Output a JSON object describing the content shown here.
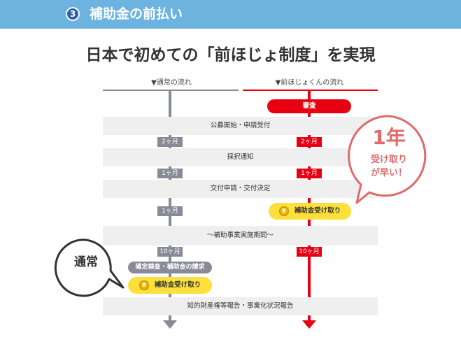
{
  "header": {
    "number": "3",
    "title": "補助金の前払い"
  },
  "main_title": "日本で初めての「前ほじょ制度」を実現",
  "columns": {
    "normal": "▼通常の流れ",
    "prepay": "▼前ほじょくんの流れ"
  },
  "prepay_start": "審査",
  "bands": {
    "b1": "公募開始・申請受付",
    "b2": "採択通知",
    "b3": "交付申請・交付決定",
    "b4": "～補助事業実施期間～",
    "b5": "知的財産権等報告・事業化状況報告"
  },
  "durations": {
    "n1": "2ヶ月",
    "p1": "2ヶ月",
    "n2": "1ヶ月",
    "p2": "1ヶ月",
    "n3": "1ヶ月",
    "n4": "10ヶ月",
    "p4": "10ヶ月"
  },
  "normal_steps": {
    "review": "確定検査・補助金の請求",
    "receive": "補助金受け取り"
  },
  "prepay_steps": {
    "receive": "補助金受け取り"
  },
  "yen_symbol": "¥",
  "callouts": {
    "normal": "通常",
    "early": {
      "big": "1年",
      "line1": "受け取り",
      "line2": "が早い！"
    }
  },
  "colors": {
    "header": "#6cb3e0",
    "normal_line": "#888a96",
    "prepay_line": "#e60012",
    "band": "#efefef",
    "coin": "#fde03c",
    "callout_red": "#e06a6a"
  }
}
